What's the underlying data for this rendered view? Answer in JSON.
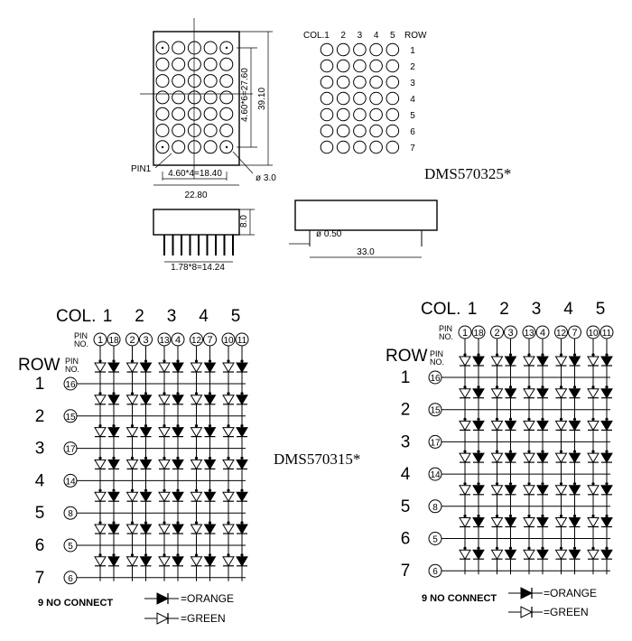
{
  "top": {
    "col_label": "COL.",
    "row_label": "ROW",
    "col_numbers": [
      "1",
      "2",
      "3",
      "4",
      "5"
    ],
    "row_numbers": [
      "1",
      "2",
      "3",
      "4",
      "5",
      "6",
      "7"
    ],
    "dim_pitch_h": "4.60*4=18.40",
    "dim_pitch_v": "4.60*6=27.60",
    "dim_height": "39.10",
    "dim_width": "22.80",
    "dim_dot": "ø 3.0",
    "pin1": "PIN1",
    "dim_depth": "8.0",
    "dim_pins": "1.78*8=14.24",
    "dim_pin_dia": "ø 0.50",
    "dim_side_len": "33.0",
    "model": "DMS570325*"
  },
  "left": {
    "col_label": "COL.",
    "row_label": "ROW",
    "pin_no_label": "PIN\nNO.",
    "col_numbers": [
      "1",
      "2",
      "3",
      "4",
      "5"
    ],
    "row_numbers": [
      "1",
      "2",
      "3",
      "4",
      "5",
      "6",
      "7"
    ],
    "col_pins": [
      "1",
      "18",
      "2",
      "3",
      "13",
      "4",
      "12",
      "7",
      "10",
      "11"
    ],
    "row_pins": [
      "16",
      "15",
      "17",
      "14",
      "8",
      "5",
      "6"
    ],
    "model": "DMS570315*",
    "no_connect": "9 NO CONNECT",
    "legend_orange": "=ORANGE",
    "legend_green": "=GREEN"
  },
  "right": {
    "col_label": "COL.",
    "row_label": "ROW",
    "pin_no_label": "PIN\nNO.",
    "col_numbers": [
      "1",
      "2",
      "3",
      "4",
      "5"
    ],
    "row_numbers": [
      "1",
      "2",
      "3",
      "4",
      "5",
      "6",
      "7"
    ],
    "col_pins": [
      "1",
      "18",
      "2",
      "3",
      "13",
      "4",
      "12",
      "7",
      "10",
      "11"
    ],
    "row_pins": [
      "16",
      "15",
      "17",
      "14",
      "8",
      "5",
      "6"
    ],
    "no_connect": "9 NO CONNECT",
    "legend_orange": "=ORANGE",
    "legend_green": "=GREEN"
  }
}
